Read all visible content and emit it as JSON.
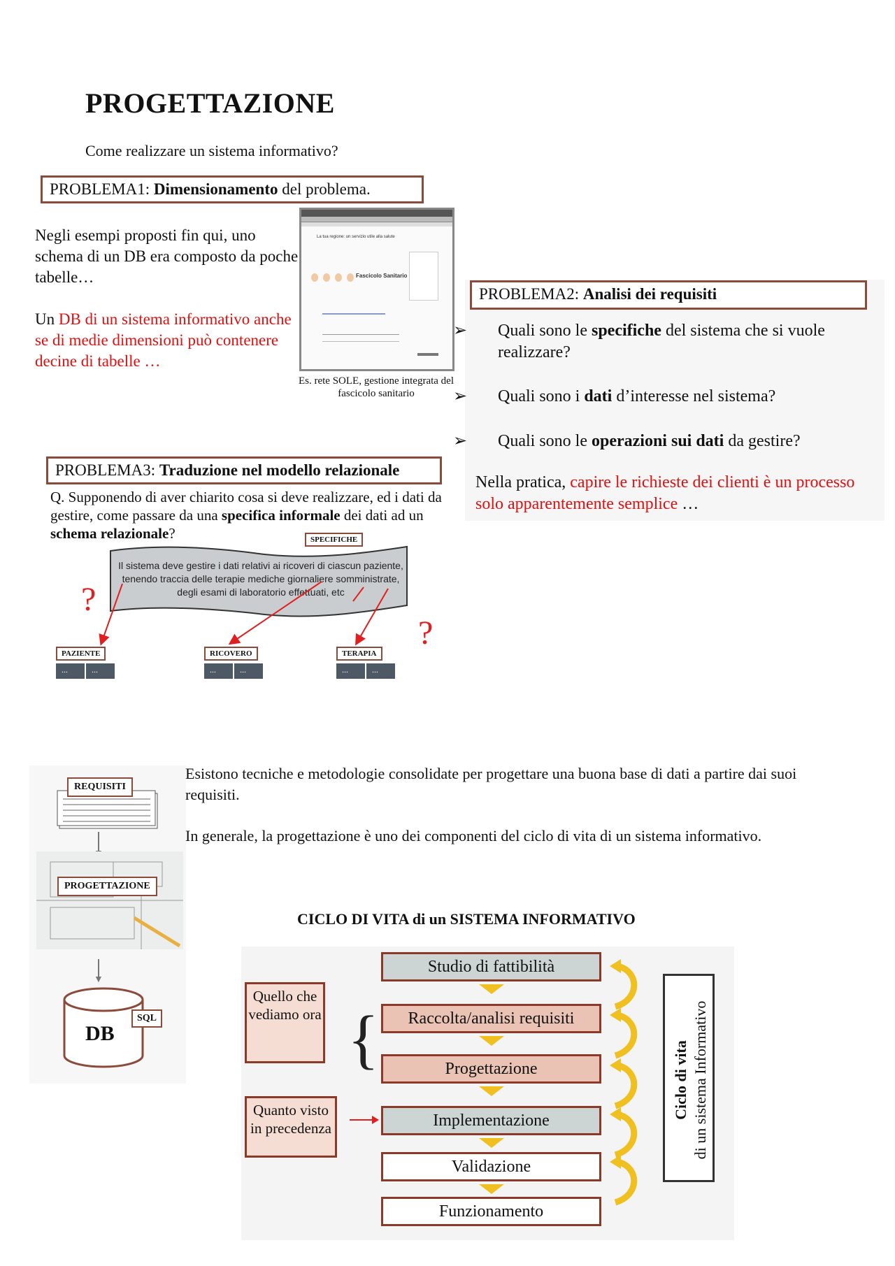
{
  "title": "PROGETTAZIONE",
  "subtitle": "Come realizzare un sistema informativo?",
  "problema1": {
    "label_prefix": "PROBLEMA1: ",
    "label_bold": "Dimensionamento",
    "label_suffix": " del problema.",
    "text": "Negli esempi proposti fin qui, uno schema di un DB era composto da poche tabelle…",
    "text_red_prefix": "Un ",
    "text_red": "DB di un sistema informativo anche se di  medie dimensioni può contenere decine di tabelle …",
    "screenshot_header": "Fascicolo Sanitario",
    "screenshot_line": "La tua regione: un servizio utile alla salute",
    "caption": "Es. rete SOLE, gestione integrata del fascicolo sanitario"
  },
  "problema2": {
    "label_prefix": "PROBLEMA2: ",
    "label_bold": "Analisi dei requisiti",
    "bullets": [
      {
        "pre": "Quali sono le ",
        "bold": "specifiche",
        "post": " del sistema che si vuole realizzare?"
      },
      {
        "pre": "Quali sono i ",
        "bold": "dati",
        "post": " d’interesse nel sistema?"
      },
      {
        "pre": "Quali sono le ",
        "bold": "operazioni sui dati",
        "post": " da gestire?"
      }
    ],
    "practice_prefix": "Nella pratica, ",
    "practice_red": "capire le richieste dei clienti è un processo solo apparentemente semplice",
    "practice_suffix": " …"
  },
  "problema3": {
    "label_prefix": "PROBLEMA3: ",
    "label_bold": "Traduzione nel modello relazionale",
    "question_pre": "Q. Supponendo di aver chiarito cosa si deve realizzare, ed i dati da gestire, come passare da una ",
    "question_bold1": "specifica informale",
    "question_mid": " dei dati ad un ",
    "question_bold2": "schema relazionale",
    "question_post": "?",
    "specifiche_label": "SPECIFICHE",
    "specifiche_text": "Il sistema deve gestire i dati relativi ai ricoveri di ciascun paziente, tenendo traccia delle terapie mediche giornaliere somministrate,  degli esami di laboratorio effettuati, etc",
    "qmark": "?",
    "entities": [
      {
        "name": "PAZIENTE",
        "cells": [
          "...",
          "..."
        ]
      },
      {
        "name": "RICOVERO",
        "cells": [
          "...",
          "..."
        ]
      },
      {
        "name": "TERAPIA",
        "cells": [
          "...",
          "..."
        ]
      }
    ]
  },
  "flow": {
    "requisiti": "REQUISITI",
    "progettazione": "PROGETTAZIONE",
    "db": "DB",
    "sql": "SQL"
  },
  "paragraph1": "Esistono tecniche e metodologie consolidate per progettare una buona base di dati a partire dai suoi requisiti.",
  "paragraph2": "In generale, la progettazione è uno dei componenti del ciclo di vita di un sistema informativo.",
  "cycle": {
    "heading": "CICLO DI VITA di un SISTEMA INFORMATIVO",
    "steps": [
      "Studio di fattibilità",
      "Raccolta/analisi requisiti",
      "Progettazione",
      "Implementazione",
      "Validazione",
      "Funzionamento"
    ],
    "side_now": "Quello che vediamo ora",
    "side_before": "Quanto visto in precedenza",
    "vertical_bold": "Ciclo di vita",
    "vertical_normal": "di un sistema Informativo"
  },
  "colors": {
    "frame": "#8b4a3a",
    "red_text": "#e01010",
    "step_grey": "#ccd5d3",
    "step_pink": "#eac3b4",
    "arrow_yellow": "#f0c020"
  }
}
